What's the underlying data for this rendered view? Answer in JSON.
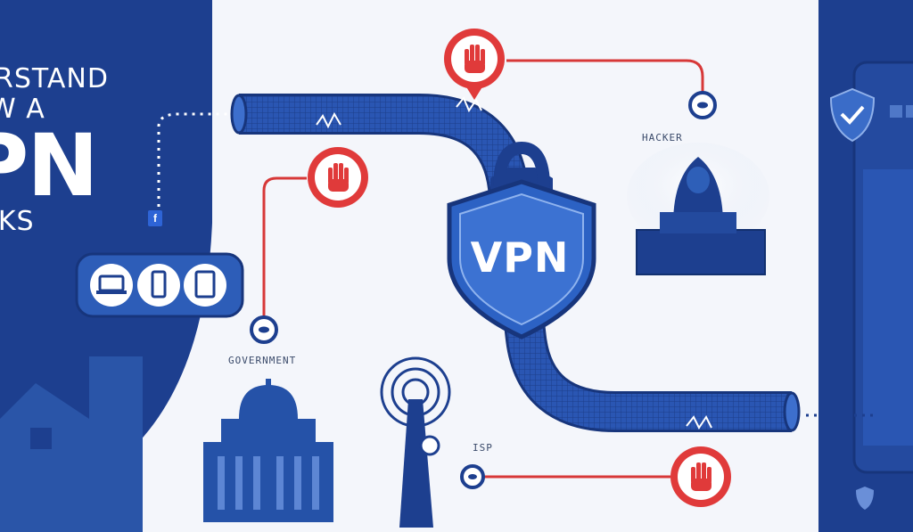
{
  "headline": {
    "line1": "RSTAND",
    "line2": "W A",
    "line3": "PN",
    "line4": "RKS"
  },
  "shield": {
    "label": "VPN"
  },
  "labels": {
    "hacker": "HACKER",
    "government": "GOVERNMENT",
    "tower": "ISP"
  },
  "icons": {
    "facebook": "f",
    "block": "hand-stop-icon",
    "eye": "eye-icon",
    "lock": "lock-icon",
    "shield_check": "shield-check-icon"
  },
  "colors": {
    "dark_blue": "#1d3f8f",
    "mid_blue": "#2856b0",
    "red": "#e03a3a",
    "bg": "#f4f6fb"
  }
}
